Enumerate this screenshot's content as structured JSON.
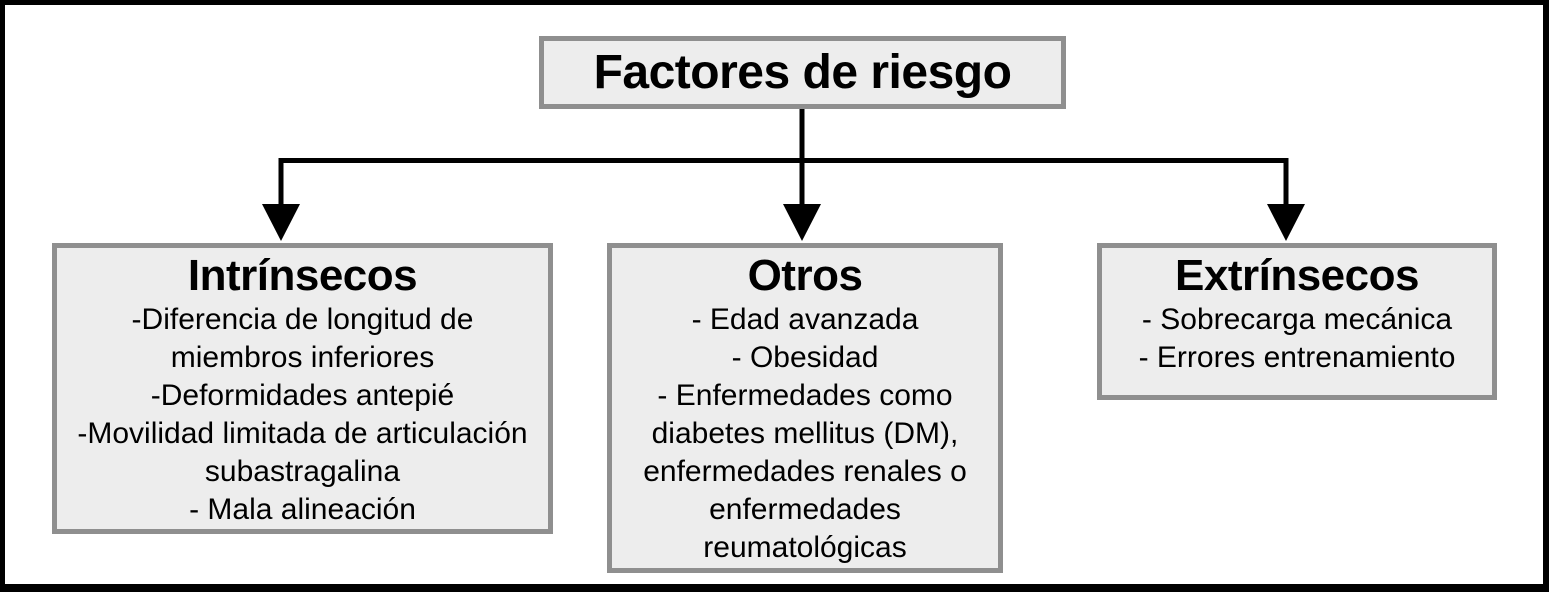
{
  "diagram": {
    "title": "Factores de riesgo",
    "branches": [
      {
        "title": "Intrínsecos",
        "items": [
          "-Diferencia de longitud de miembros inferiores",
          "-Deformidades antepié",
          "-Movilidad limitada de articulación subastragalina",
          "- Mala alineación"
        ]
      },
      {
        "title": "Otros",
        "items": [
          "- Edad avanzada",
          "- Obesidad",
          "- Enfermedades como diabetes mellitus (DM), enfermedades renales o enfermedades reumatológicas"
        ]
      },
      {
        "title": "Extrínsecos",
        "items": [
          "- Sobrecarga mecánica",
          "- Errores entrenamiento"
        ]
      }
    ]
  },
  "colors": {
    "box_fill": "#ededed",
    "box_border": "#8f8f8f",
    "line_color": "#000000",
    "frame_color": "#000000",
    "text_color": "#000000"
  }
}
